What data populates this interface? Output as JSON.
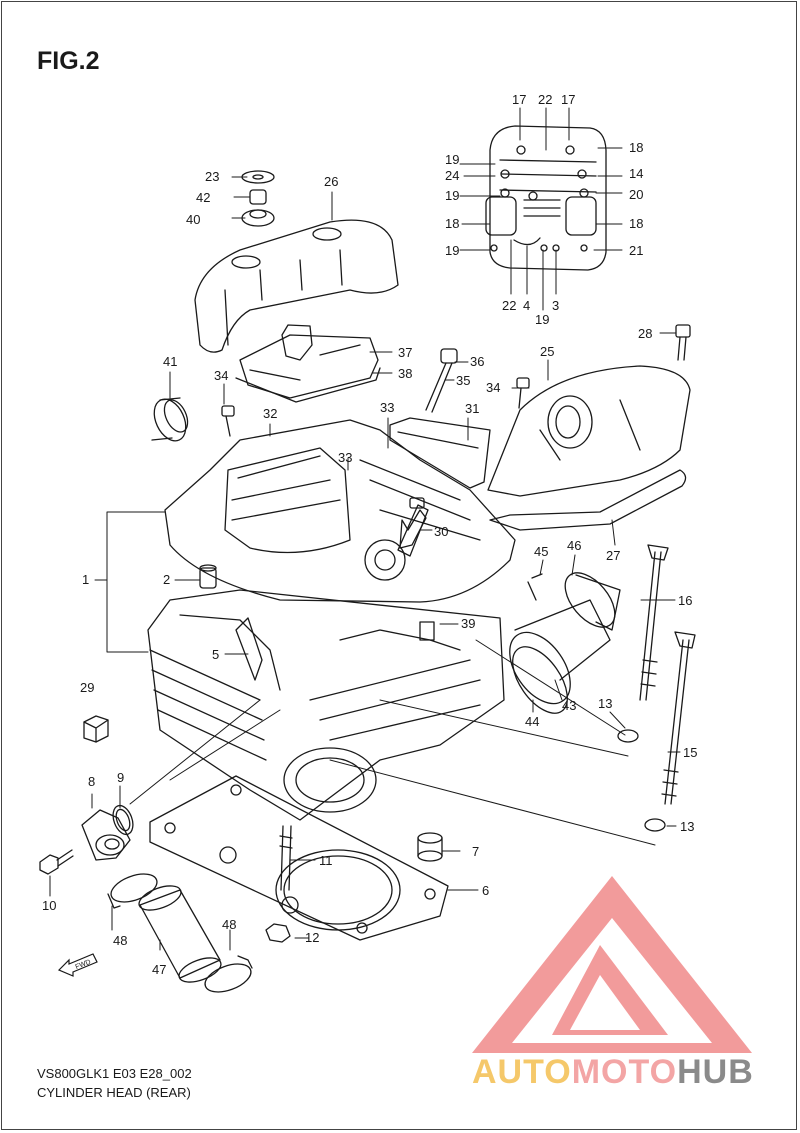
{
  "figure": {
    "title": "FIG.2",
    "code": "VS800GLK1 E03 E28_002",
    "subtitle": "CYLINDER HEAD (REAR)",
    "fwd_label": "FWD"
  },
  "watermark": {
    "part1": "AUTO",
    "part2": "MOTO",
    "part3": "HUB",
    "colors": {
      "triangle": "#f08080",
      "auto": "#f5c86a",
      "moto": "#f3a5a5",
      "hub": "#8a8a8a"
    }
  },
  "callouts": [
    {
      "id": "c17a",
      "label": "17"
    },
    {
      "id": "c22a",
      "label": "22"
    },
    {
      "id": "c17b",
      "label": "17"
    },
    {
      "id": "c18a",
      "label": "18"
    },
    {
      "id": "c19a",
      "label": "19"
    },
    {
      "id": "c24",
      "label": "24"
    },
    {
      "id": "c14",
      "label": "14"
    },
    {
      "id": "c19b",
      "label": "19"
    },
    {
      "id": "c20",
      "label": "20"
    },
    {
      "id": "c18b",
      "label": "18"
    },
    {
      "id": "c18c",
      "label": "18"
    },
    {
      "id": "c19c",
      "label": "19"
    },
    {
      "id": "c21",
      "label": "21"
    },
    {
      "id": "c22b",
      "label": "22"
    },
    {
      "id": "c4",
      "label": "4"
    },
    {
      "id": "c3",
      "label": "3"
    },
    {
      "id": "c19d",
      "label": "19"
    },
    {
      "id": "c23",
      "label": "23"
    },
    {
      "id": "c42",
      "label": "42"
    },
    {
      "id": "c40",
      "label": "40"
    },
    {
      "id": "c26",
      "label": "26"
    },
    {
      "id": "c28",
      "label": "28"
    },
    {
      "id": "c41",
      "label": "41"
    },
    {
      "id": "c34a",
      "label": "34"
    },
    {
      "id": "c37",
      "label": "37"
    },
    {
      "id": "c38",
      "label": "38"
    },
    {
      "id": "c36",
      "label": "36"
    },
    {
      "id": "c35",
      "label": "35"
    },
    {
      "id": "c25",
      "label": "25"
    },
    {
      "id": "c34b",
      "label": "34"
    },
    {
      "id": "c32",
      "label": "32"
    },
    {
      "id": "c33a",
      "label": "33"
    },
    {
      "id": "c31",
      "label": "31"
    },
    {
      "id": "c33b",
      "label": "33"
    },
    {
      "id": "c30",
      "label": "30"
    },
    {
      "id": "c27",
      "label": "27"
    },
    {
      "id": "c45",
      "label": "45"
    },
    {
      "id": "c46",
      "label": "46"
    },
    {
      "id": "c1",
      "label": "1"
    },
    {
      "id": "c2",
      "label": "2"
    },
    {
      "id": "c16",
      "label": "16"
    },
    {
      "id": "c39",
      "label": "39"
    },
    {
      "id": "c5",
      "label": "5"
    },
    {
      "id": "c29",
      "label": "29"
    },
    {
      "id": "c43",
      "label": "43"
    },
    {
      "id": "c44",
      "label": "44"
    },
    {
      "id": "c13a",
      "label": "13"
    },
    {
      "id": "c15",
      "label": "15"
    },
    {
      "id": "c8",
      "label": "8"
    },
    {
      "id": "c9",
      "label": "9"
    },
    {
      "id": "c13b",
      "label": "13"
    },
    {
      "id": "c7",
      "label": "7"
    },
    {
      "id": "c11",
      "label": "11"
    },
    {
      "id": "c6",
      "label": "6"
    },
    {
      "id": "c10",
      "label": "10"
    },
    {
      "id": "c48a",
      "label": "48"
    },
    {
      "id": "c48b",
      "label": "48"
    },
    {
      "id": "c12",
      "label": "12"
    },
    {
      "id": "c47",
      "label": "47"
    }
  ]
}
